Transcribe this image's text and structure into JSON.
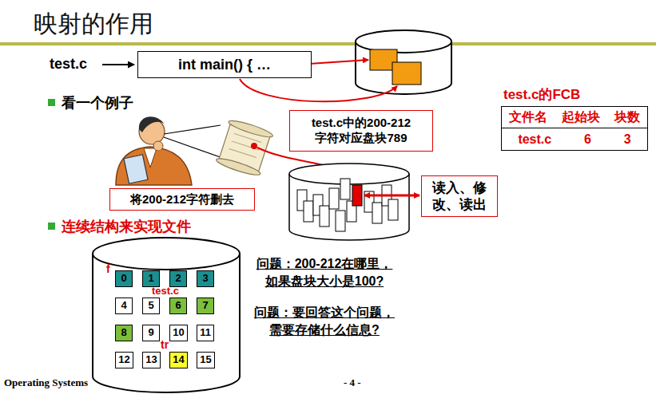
{
  "diagram": {
    "title": "映射的作用",
    "nodes": [
      {
        "text": [
          "int main() { …"
        ]
      },
      {
        "text": [
          "test.c中的200-212 字符对应盘块789"
        ]
      },
      {
        "text": [
          "将200-212字符删去"
        ]
      },
      {
        "text": [
          "读入、修 改、读出"
        ]
      },
      {
        "text": [
          "文件名",
          "起始块",
          "块数"
        ]
      },
      {
        "text": [
          "test.c",
          "6",
          "3"
        ]
      },
      {
        "text": [
          "0"
        ]
      },
      {
        "text": [
          "1"
        ]
      },
      {
        "text": [
          "2"
        ]
      },
      {
        "text": [
          "3"
        ]
      },
      {
        "text": [
          "4"
        ]
      },
      {
        "text": [
          "5"
        ]
      },
      {
        "text": [
          "6"
        ]
      },
      {
        "text": [
          "7"
        ]
      },
      {
        "text": [
          "8"
        ]
      },
      {
        "text": [
          "9"
        ]
      },
      {
        "text": [
          "10"
        ]
      },
      {
        "text": [
          "11"
        ]
      },
      {
        "text": [
          "12"
        ]
      },
      {
        "text": [
          "13"
        ]
      },
      {
        "text": [
          "14"
        ]
      },
      {
        "text": [
          "15"
        ]
      }
    ],
    "labels": [
      "test.c",
      "看一个例子",
      "连续结构来实现文件",
      "test.c的FCB",
      "f",
      "test.c",
      "tr",
      "问题：200-212在哪里， 如果盘块大小是100?",
      "问题：要回答这个问题， 需要存储什么信息?",
      "Operating Systems",
      "- 4 -"
    ]
  }
}
